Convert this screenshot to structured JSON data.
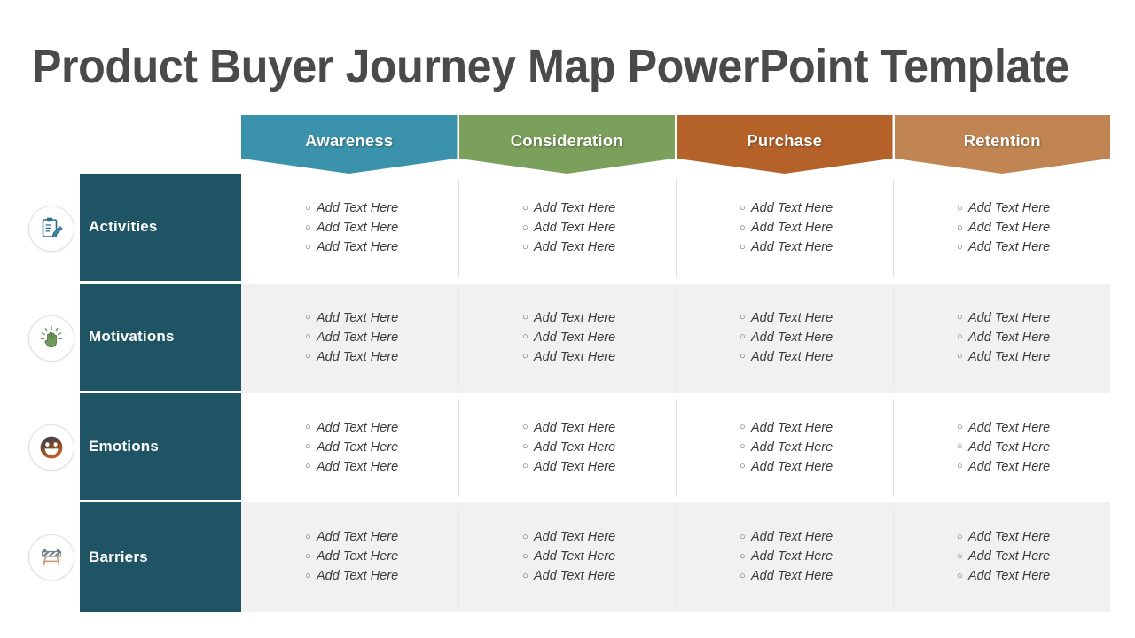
{
  "slide": {
    "title": "Product Buyer Journey Map PowerPoint Template",
    "background_color": "#ffffff",
    "title_color": "#4a4a4a"
  },
  "stages": [
    {
      "label": "Awareness",
      "color": "#3b93ab",
      "name": "awareness"
    },
    {
      "label": "Consideration",
      "color": "#7ba05b",
      "name": "consideration"
    },
    {
      "label": "Purchase",
      "color": "#b5622a",
      "name": "purchase"
    },
    {
      "label": "Retention",
      "color": "#c08552",
      "name": "retention"
    }
  ],
  "rows": [
    {
      "label": "Activities",
      "icon": "clipboard-pencil-icon",
      "shaded": false,
      "cells": [
        [
          "Add Text Here",
          "Add Text Here",
          "Add Text Here"
        ],
        [
          "Add Text Here",
          "Add Text Here",
          "Add Text Here"
        ],
        [
          "Add Text Here",
          "Add Text Here",
          "Add Text Here"
        ],
        [
          "Add Text Here",
          "Add Text Here",
          "Add Text Here"
        ]
      ]
    },
    {
      "label": "Motivations",
      "icon": "raised-hand-idea-icon",
      "shaded": true,
      "cells": [
        [
          "Add Text Here",
          "Add Text Here",
          "Add Text Here"
        ],
        [
          "Add Text Here",
          "Add Text Here",
          "Add Text Here"
        ],
        [
          "Add Text Here",
          "Add Text Here",
          "Add Text Here"
        ],
        [
          "Add Text Here",
          "Add Text Here",
          "Add Text Here"
        ]
      ]
    },
    {
      "label": "Emotions",
      "icon": "smiley-face-icon",
      "shaded": false,
      "cells": [
        [
          "Add Text Here",
          "Add Text Here",
          "Add Text Here"
        ],
        [
          "Add Text Here",
          "Add Text Here",
          "Add Text Here"
        ],
        [
          "Add Text Here",
          "Add Text Here",
          "Add Text Here"
        ],
        [
          "Add Text Here",
          "Add Text Here",
          "Add Text Here"
        ]
      ]
    },
    {
      "label": "Barriers",
      "icon": "road-barricade-icon",
      "shaded": true,
      "cells": [
        [
          "Add Text Here",
          "Add Text Here",
          "Add Text Here"
        ],
        [
          "Add Text Here",
          "Add Text Here",
          "Add Text Here"
        ],
        [
          "Add Text Here",
          "Add Text Here",
          "Add Text Here"
        ],
        [
          "Add Text Here",
          "Add Text Here",
          "Add Text Here"
        ]
      ]
    }
  ],
  "style": {
    "label_block_color": "#1e5463",
    "shaded_row_color": "#f1f1f1",
    "plain_row_color": "#ffffff",
    "bullet_glyph": "○"
  }
}
